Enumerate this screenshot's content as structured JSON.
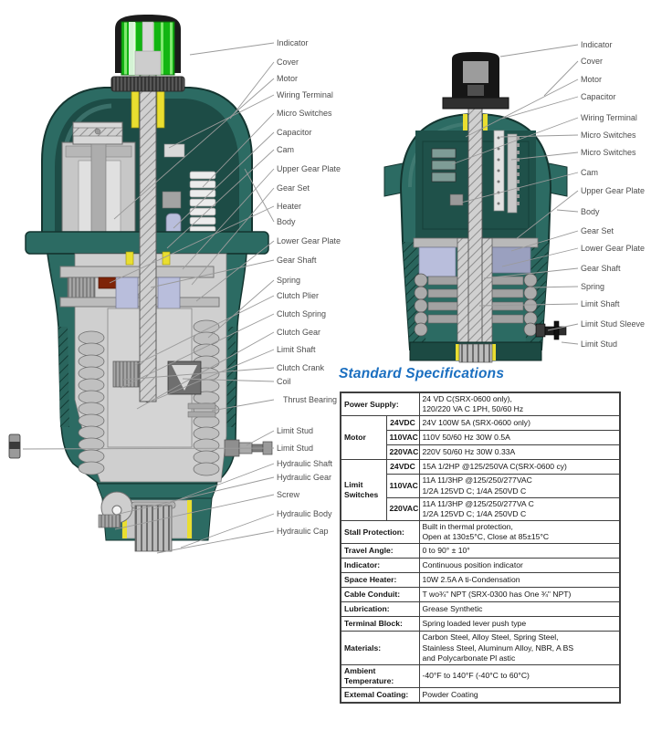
{
  "title": "Standard Specifications",
  "diagram_left": {
    "name": "large-actuator-cutaway",
    "labels": [
      "Indicator",
      "Cover",
      "Motor",
      "Wiring Terminal",
      "Micro Switches",
      "Capacitor",
      "Cam",
      "Upper Gear Plate",
      "Gear Set",
      "Heater",
      "Body",
      "Lower Gear Plate",
      "Gear Shaft",
      "Spring",
      "Clutch Plier",
      "Clutch Spring",
      "Clutch Gear",
      "Limit Shaft",
      "Clutch Crank",
      "Coil",
      "Thrust Bearing",
      "Limit Stud",
      "Limit Stud",
      "Hydraulic Shaft",
      "Hydraulic Gear",
      "Screw",
      "Hydraulic Body",
      "Hydraulic Cap"
    ]
  },
  "diagram_right": {
    "name": "small-actuator-cutaway",
    "labels": [
      "Indicator",
      "Cover",
      "Motor",
      "Capacitor",
      "Wiring Terminal",
      "Micro Switches",
      "Micro Switches",
      "Cam",
      "Upper Gear Plate",
      "Body",
      "Gear Set",
      "Lower Gear Plate",
      "Gear Shaft",
      "Spring",
      "Limit Shaft",
      "Limit Stud Sleeve",
      "Limit Stud"
    ]
  },
  "spec": {
    "power_supply": {
      "label": "Power Supply:",
      "value": "24 VD C(SRX-0600 only),\n120/220 VA C 1PH, 50/60 Hz"
    },
    "motor": {
      "label": "Motor",
      "rows": [
        {
          "sub": "24VDC",
          "value": "24V 100W 5A (SRX-0600 only)"
        },
        {
          "sub": "110VAC",
          "value": "110V 50/60 Hz 30W 0.5A"
        },
        {
          "sub": "220VAC",
          "value": "220V 50/60 Hz 30W 0.33A"
        }
      ]
    },
    "limit_switches": {
      "label": "Limit\nSwitches",
      "rows": [
        {
          "sub": "24VDC",
          "value": "15A 1/2HP @125/250VA C(SRX-0600 cy)"
        },
        {
          "sub": "110VAC",
          "value": "11A 11/3HP @125/250/277VAC\n1/2A 125VD C; 1/4A 250VD C"
        },
        {
          "sub": "220VAC",
          "value": "11A 11/3HP @125/250/277VA C\n1/2A 125VD C; 1/4A 250VD C"
        }
      ]
    },
    "rows": [
      {
        "label": "Stall Protection:",
        "value": "Built in thermal protection,\nOpen at 130±5°C, Close at 85±15°C"
      },
      {
        "label": "Travel Angle:",
        "value": "0 to 90° ± 10°"
      },
      {
        "label": "Indicator:",
        "value": "Continuous position indicator"
      },
      {
        "label": "Space Heater:",
        "value": "10W 2.5A A ti-Condensation"
      },
      {
        "label": "Cable Conduit:",
        "value": "T wo¾\" NPT (SRX-0300 has One ¾\" NPT)"
      },
      {
        "label": "Lubrication:",
        "value": "Grease Synthetic"
      },
      {
        "label": "Terminal Block:",
        "value": "Spring loaded lever push type"
      },
      {
        "label": "Materials:",
        "value": "Carbon Steel, Alloy Steel, Spring Steel,\nStainless Steel, Aluminum Alloy, NBR, A BS\nand Polycarbonate Pl astic"
      },
      {
        "label": "Ambient\nTemperature:",
        "value": "-40°F to 140°F  (-40°C to 60°C)"
      },
      {
        "label": "Extemal Coating:",
        "value": "Powder Coating"
      }
    ]
  },
  "colors": {
    "body_teal": "#2c6b63",
    "body_dark": "#143530",
    "indicator_green": "#12b512",
    "seal_yellow": "#e9de30",
    "accent_blue": "#1b6fc0",
    "leader_gray": "#9a9a9a"
  }
}
